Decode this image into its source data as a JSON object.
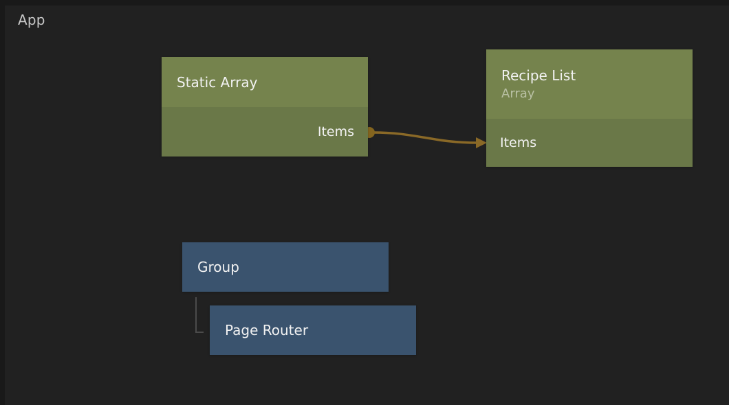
{
  "header": {
    "app_label": "App"
  },
  "colors": {
    "canvas-bg": "#212121",
    "canvas-edge": "#191919",
    "node-green-header": "#75834d",
    "node-green-body": "#6a7848",
    "node-blue": "#3a536e",
    "wire": "#8a6927",
    "tree-line": "#4b4b4b",
    "title-text": "#f2f2f2",
    "subtitle-text": "#b9c0a4",
    "app-text": "#c8c8c8"
  },
  "nodes": {
    "static_array": {
      "title": "Static Array",
      "output_port": "Items"
    },
    "recipe_list": {
      "title": "Recipe List",
      "subtitle": "Array",
      "input_port": "Items"
    },
    "group": {
      "title": "Group"
    },
    "page_router": {
      "title": "Page Router"
    }
  },
  "connections": [
    {
      "from": "Static Array.Items",
      "to": "Recipe List.Items",
      "type": "data-wire"
    },
    {
      "from": "Group",
      "to": "Page Router",
      "type": "child-hierarchy"
    }
  ]
}
